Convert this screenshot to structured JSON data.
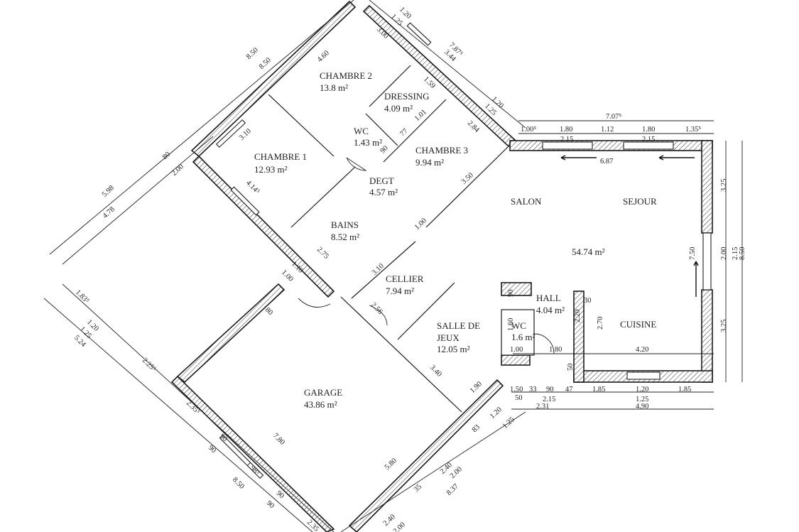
{
  "rooms": {
    "chambre2": {
      "name": "CHAMBRE 2",
      "area": "13.8 m²"
    },
    "dressing": {
      "name": "DRESSING",
      "area": "4.09 m²"
    },
    "wc1": {
      "name": "WC",
      "area": "1.43 m²"
    },
    "chambre1": {
      "name": "CHAMBRE 1",
      "area": "12.93 m²"
    },
    "chambre3": {
      "name": "CHAMBRE 3",
      "area": "9.94 m²"
    },
    "degt": {
      "name": "DEGT",
      "area": "4.57 m²"
    },
    "bains": {
      "name": "BAINS",
      "area": "8.52 m²"
    },
    "cellier": {
      "name": "CELLIER",
      "area": "7.94 m²"
    },
    "salle_de_jeux": {
      "name_line1": "SALLE DE",
      "name_line2": "JEUX",
      "area": "12.05 m²"
    },
    "garage": {
      "name": "GARAGE",
      "area": "43.86 m²"
    },
    "salon": {
      "name": "SALON"
    },
    "sejour": {
      "name": "SEJOUR",
      "area": "54.74 m²"
    },
    "hall": {
      "name": "HALL",
      "area": "4.04 m²"
    },
    "wc2": {
      "name": "WC",
      "area": "1.6 m²"
    },
    "cuisine": {
      "name": "CUISINE"
    }
  },
  "dims": {
    "top_850a": "8.50",
    "top_850b": "8.50",
    "top_460": "4.60",
    "top_300": "3.00",
    "top_120": "1.20",
    "top_125": "1.25",
    "top_787": "7.87⁵",
    "top_344": "3.44",
    "top_159": "1.59",
    "top_101": "1.01",
    "top_77": "77",
    "top_90": "90",
    "top_284": "2.84",
    "top_350": "3.50",
    "top_120b": "1.20",
    "top_125b": "1.25",
    "left_598": "5.98",
    "left_478": "4.78",
    "left_200": "2.00",
    "left_80": "80",
    "left_310": "3.10",
    "left_414": "4.14⁵",
    "left_275": "2.75",
    "left_100": "1.00",
    "left_110": "1.10",
    "left_80b": "80",
    "left_310b": "3.10",
    "left_256": "2.56",
    "left_100b": "1.00",
    "left_340": "3.40",
    "left_190": "1.90",
    "bl_183": "1.83⁵",
    "bl_120": "1.20",
    "bl_125": "1.25",
    "bl_524": "5.24",
    "bl_225": "2.25⁵",
    "bl_235": "2.35⁵",
    "bl_90a": "90",
    "bl_780": "7.80",
    "bl_90b": "90",
    "bl_198": "1.98⁵",
    "bl_850": "8.50",
    "bl_90c": "90",
    "bl_90d": "90",
    "bl_235b": "2.35",
    "br_580": "5.80",
    "br_240": "2.40",
    "br_200": "2.00",
    "br_837": "8.37",
    "br_35": "35",
    "br_240b": "2.40",
    "br_200b": "2.00",
    "br_120": "1.20",
    "br_83": "83",
    "br_125": "1.25",
    "r_707": "7.07⁵",
    "r_100": "1.00⁵",
    "r_180a": "1.80",
    "r_112": "1.12",
    "r_180b": "1.80",
    "r_135": "1.35⁵",
    "r_215a": "2.15",
    "r_215b": "2.15",
    "r_687": "6.87",
    "r_325a": "3.25",
    "r_200": "2.00",
    "r_215c": "2.15",
    "r_850": "8.50",
    "r_750": "7.50",
    "r_325b": "3.25",
    "h_90": "90",
    "h_160": "1.60",
    "h_220": "2.20",
    "h_270": "2.70",
    "h_30": "30",
    "h_100": "1.00",
    "h_180": "1.80",
    "h_420": "4.20",
    "h_50": "50",
    "b_150": "1.50",
    "b_33": "33",
    "b_90": "90",
    "b_47": "47",
    "b_185a": "1.85",
    "b_120": "1.20",
    "b_185b": "1.85",
    "b_50": "50",
    "b_215": "2.15",
    "b_231": "2.31",
    "b_125": "1.25",
    "b_490": "4.90"
  }
}
